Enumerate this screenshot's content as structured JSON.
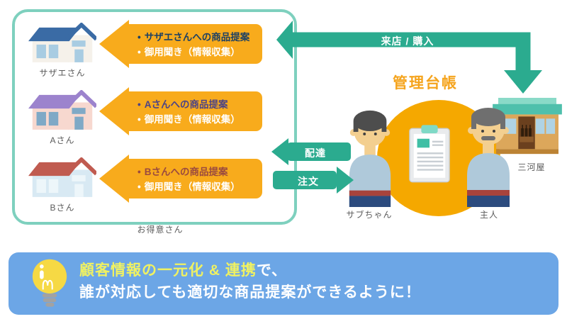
{
  "ui": {
    "bullet": "•"
  },
  "customers": {
    "group_label": "お得意さん",
    "houses": [
      {
        "label": "サザエさん"
      },
      {
        "label": "Aさん"
      },
      {
        "label": "Bさん"
      }
    ]
  },
  "banners": [
    {
      "line1": "サザエさんへの商品提案",
      "line2": "御用聞き（情報収集）"
    },
    {
      "line1": "Aさんへの商品提案",
      "line2": "御用聞き（情報収集）"
    },
    {
      "line1": "Bさんへの商品提案",
      "line2": "御用聞き（情報収集）"
    }
  ],
  "flows": {
    "visit_purchase": "来店 / 購入",
    "delivery": "配達",
    "order": "注文"
  },
  "ledger_title": "管理台帳",
  "staff": [
    {
      "label": "サブちゃん"
    },
    {
      "label": "主人"
    }
  ],
  "store_label": "三河屋",
  "callout": {
    "highlight": "顧客情報の一元化 & 連携",
    "line1_suffix": "で、",
    "line2": "誰が対応しても適切な商品提案ができるように！"
  },
  "colors": {
    "teal_arrow": "#2BAB8F",
    "box_border": "#7ED0BE",
    "banner_orange": "#F8AB1C",
    "ledger_circle": "#F5A800",
    "ledger_title_text": "#F5A41D",
    "banner_text_sazae": "#1C4064",
    "banner_text_a": "#4B4387",
    "banner_text_b": "#9A4A3F",
    "callout_bg": "#6CA6E6",
    "callout_highlight_text": "#EFF162",
    "label_gray": "#5B5B5B",
    "house_roof_sazae": "#3A6BA5",
    "house_roof_a": "#9C83CD",
    "house_roof_b": "#C05B50"
  }
}
